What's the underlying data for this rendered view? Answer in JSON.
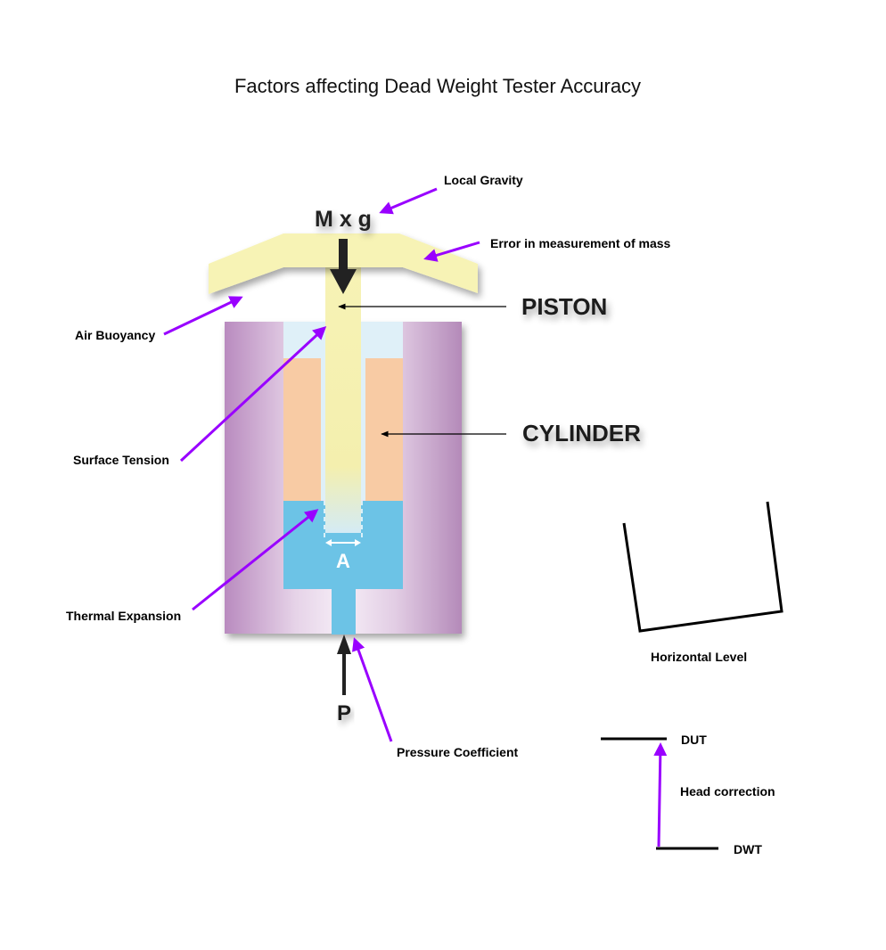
{
  "title": "Factors affecting Dead Weight Tester Accuracy",
  "apparatus": {
    "force_label": "M x g",
    "piston_label": "PISTON",
    "cylinder_label": "CYLINDER",
    "area_label": "A",
    "pressure_label": "P"
  },
  "annotations": {
    "local_gravity": "Local Gravity",
    "mass_error": "Error in measurement of mass",
    "air_buoyancy": "Air Buoyancy",
    "surface_tension": "Surface Tension",
    "thermal_expansion": "Thermal Expansion",
    "pressure_coefficient": "Pressure Coefficient"
  },
  "level_diagram": {
    "label": "Horizontal Level"
  },
  "head_diagram": {
    "top_label": "DUT",
    "middle_label": "Head correction",
    "bottom_label": "DWT"
  },
  "colors": {
    "annotation_arrow": "#9900ff",
    "piston": "#f7f4b4",
    "cylinder_body": "#c8a2cc",
    "cylinder_sleeve": "#f8cba4",
    "fluid": "#6cc3e6",
    "gap": "#dff0f8"
  }
}
